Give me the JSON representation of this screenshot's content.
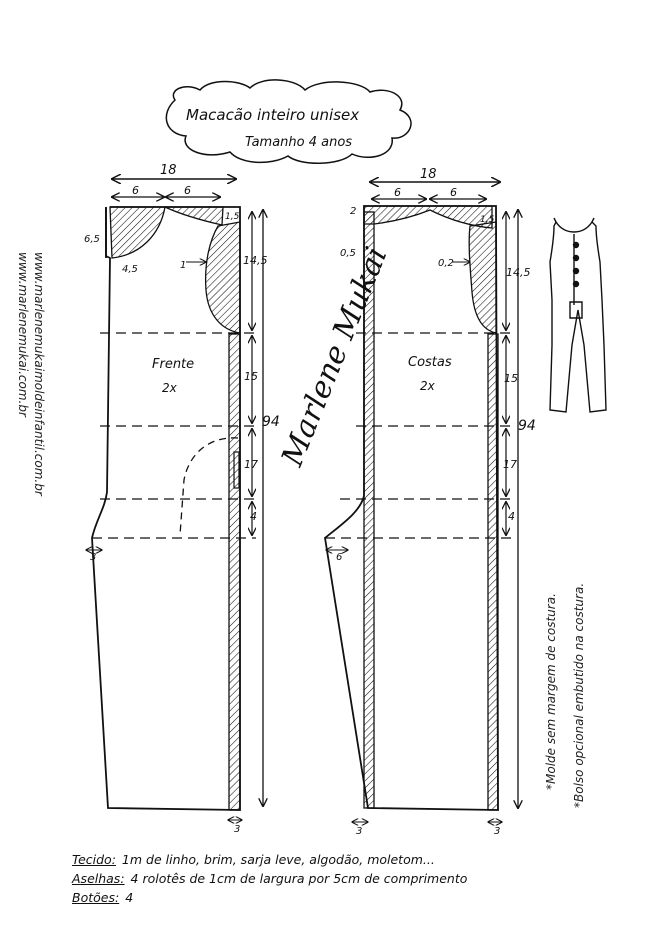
{
  "title": {
    "line1": "Macacão inteiro unisex",
    "line2": "Tamanho 4 anos"
  },
  "side_text": {
    "line1": "www.marlenemukaimoldeinfantil.com.br",
    "line2": "www.marlenemukai.com.br"
  },
  "signature": "Marlene Mukai",
  "front": {
    "label": "Frente",
    "count": "2x",
    "width": "18",
    "neck_w1": "6",
    "neck_w2": "6",
    "shoulder_drop": "6,5",
    "neck_drop": "4,5",
    "shoulder_slope": "1,5",
    "armhole_curve": "1",
    "len_armhole": "14,5",
    "len_waist": "15",
    "len_hip": "17",
    "len_crotch": "4",
    "total_len": "94",
    "crotch_ext": "3",
    "hem_fold": "3"
  },
  "back": {
    "label": "Costas",
    "count": "2x",
    "width": "18",
    "neck_w1": "6",
    "neck_w2": "6",
    "neck_rise": "2",
    "neck_drop": "0,5",
    "shoulder_slope": "1,5",
    "armhole_curve": "0,2",
    "len_armhole": "14,5",
    "len_waist": "15",
    "len_hip": "17",
    "len_crotch": "4",
    "total_len": "94",
    "crotch_ext": "6",
    "hem_left": "3",
    "hem_right": "3"
  },
  "side_notes": {
    "note1": "*Molde sem margem de costura.",
    "note2": "*Bolso opcional embutido na costura."
  },
  "bottom_notes": [
    {
      "label": "Tecido:",
      "value": "1m de linho, brim, sarja leve, algodão, moletom..."
    },
    {
      "label": "Aselhas:",
      "value": "4 rolotês de 1cm de largura por 5cm de comprimento"
    },
    {
      "label": "Botões:",
      "value": "4"
    }
  ]
}
